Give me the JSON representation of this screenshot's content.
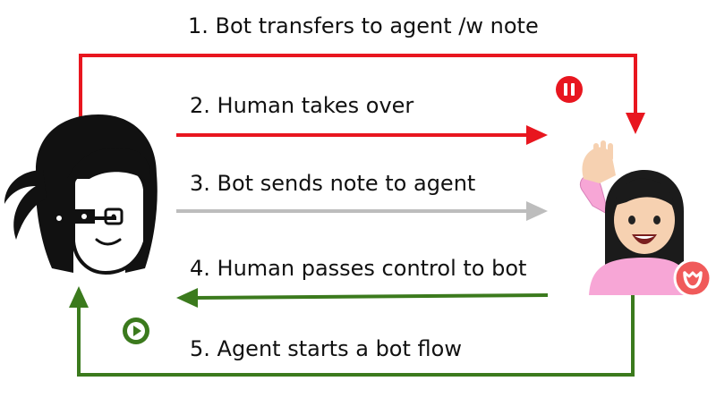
{
  "steps": [
    {
      "label": "1. Bot transfers to agent /w note",
      "color": "#e8161f"
    },
    {
      "label": "2. Human takes over",
      "color": "#e8161f"
    },
    {
      "label": "3. Bot sends note to agent",
      "color": "#bdbdbd"
    },
    {
      "label": "4. Human passes control to bot",
      "color": "#3b7a1d"
    },
    {
      "label": "5. Agent starts a bot flow",
      "color": "#3b7a1d"
    }
  ],
  "icons": {
    "pause": {
      "name": "pause-icon",
      "color": "#e8161f"
    },
    "play": {
      "name": "play-icon",
      "color": "#3b7a1d"
    },
    "badge": {
      "name": "app-badge-icon",
      "color": "#f05a5a"
    },
    "bot": {
      "name": "bot-avatar-icon"
    },
    "human": {
      "name": "human-agent-icon"
    }
  }
}
